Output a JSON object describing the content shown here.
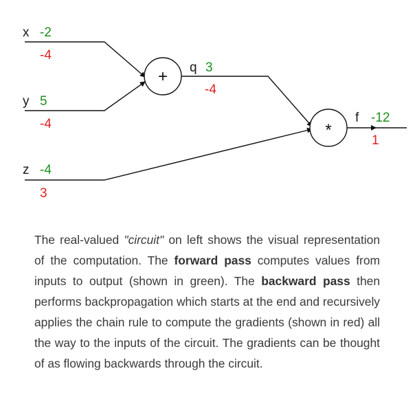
{
  "diagram": {
    "inputs": {
      "x": {
        "label": "x",
        "value": "-2",
        "grad": "-4"
      },
      "y": {
        "label": "y",
        "value": "5",
        "grad": "-4"
      },
      "z": {
        "label": "z",
        "value": "-4",
        "grad": "3"
      }
    },
    "gates": {
      "add": {
        "symbol": "+",
        "out_label": "q",
        "value": "3",
        "grad": "-4"
      },
      "mul": {
        "symbol": "*",
        "out_label": "f",
        "value": "-12",
        "grad": "1"
      }
    },
    "colors": {
      "forward": "#1e8f1e",
      "backward": "#e02020",
      "wire": "#111111"
    }
  },
  "caption": {
    "t1": "The real-valued ",
    "t2": "\"circuit\"",
    "t3": " on left shows the visual representation of the computation. The ",
    "t4": "forward pass",
    "t5": " computes values from inputs to output (shown in green). The ",
    "t6": "backward pass",
    "t7": " then performs backpropagation which starts at the end and recursively applies the chain rule to compute the gradients (shown in red) all the way to the inputs of the circuit. The gradients can be thought of as flowing backwards through the circuit."
  }
}
